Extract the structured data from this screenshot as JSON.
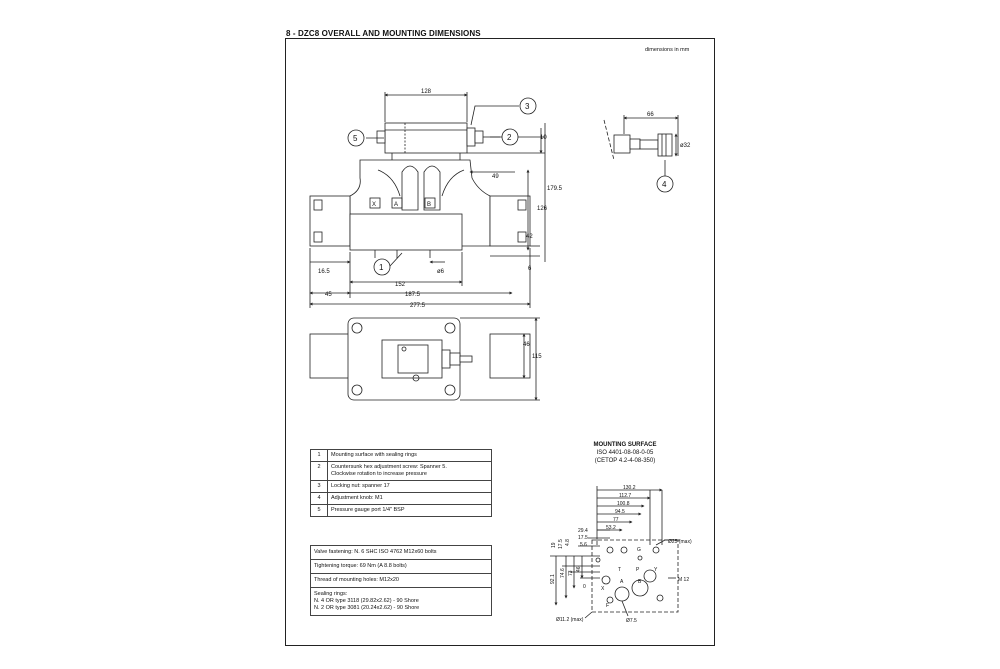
{
  "header": {
    "title": "8 - DZC8 OVERALL AND MOUNTING DIMENSIONS"
  },
  "note": "dimensions in mm",
  "front_view": {
    "dims": {
      "d128": "128",
      "d10": "10",
      "d49": "49",
      "d179_5": "179.5",
      "d126": "126",
      "d42": "42",
      "d6": "6",
      "d16_5": "16.5",
      "phi6": "ø6",
      "d152": "152",
      "d45": "45",
      "d187_5": "187.5",
      "d277_5": "277.5"
    },
    "callouts": {
      "c1": "1",
      "c2": "2",
      "c3": "3",
      "c5": "5"
    },
    "ports": {
      "x": "X",
      "a": "A",
      "b": "B"
    }
  },
  "side_view": {
    "dims": {
      "d66": "66",
      "phi32": "ø32"
    },
    "callouts": {
      "c4": "4"
    }
  },
  "top_view": {
    "dims": {
      "d46": "46",
      "d115": "115"
    }
  },
  "legend": [
    {
      "num": "1",
      "text": "Mounting surface with sealing rings"
    },
    {
      "num": "2",
      "text": "Countersunk hex adjustment screw: Spanner 5.",
      "text2": "Clockwise rotation to increase pressure"
    },
    {
      "num": "3",
      "text": "Locking nut:  spanner 17"
    },
    {
      "num": "4",
      "text": "Adjustment knob: M1"
    },
    {
      "num": "5",
      "text": "Pressure gauge port 1/4\" BSP"
    }
  ],
  "specs": {
    "fastening": "Valve fastening: N. 6 SHC ISO 4762 M12x60 bolts",
    "torque": "Tightening torque:     69 Nm (A 8.8 bolts)",
    "thread": "Thread of mounting holes: M12x20",
    "sealing_title": "Sealing rings:",
    "sealing_1": "N. 4 OR type 3118 (29.82x2.62) - 90 Shore",
    "sealing_2": "N. 2 OR type 3081 (20.24x2.62) - 90 Shore"
  },
  "mounting_surface": {
    "title": "MOUNTING SURFACE",
    "standard": "ISO 4401-08-08-0-05",
    "cetop": "(CETOP 4.2-4-08-350)",
    "h_dims": [
      "130.2",
      "112.7",
      "100.8",
      "94.5",
      "77",
      "53.2",
      "29.4",
      "17.5",
      "5.6"
    ],
    "v_dims": [
      "19",
      "17.5",
      "4.8",
      "92.1",
      "74.6",
      "73",
      "46",
      "0"
    ],
    "phi25": "Ø25 (max)",
    "m12": "M 12",
    "phi11": "Ø11.2 (max)",
    "phi7": "Ø7.5",
    "ports": {
      "g": "G",
      "t": "T",
      "p": "P",
      "y": "Y",
      "a": "A",
      "b": "B",
      "x": "X",
      "f": "F"
    }
  }
}
